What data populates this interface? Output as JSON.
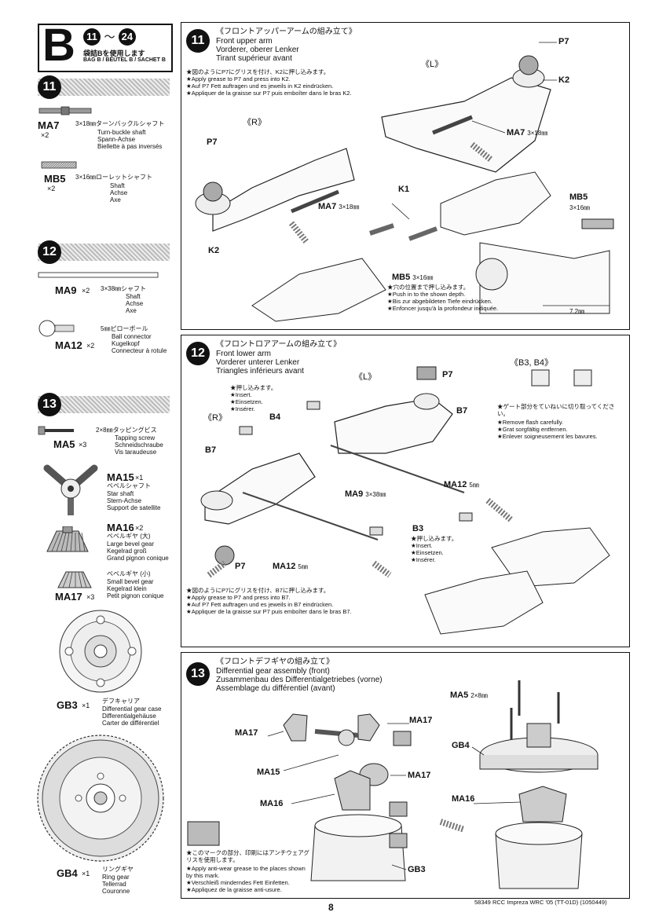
{
  "bag": {
    "letter": "B",
    "range_start": "11",
    "range_sep": "～",
    "range_end": "24",
    "jp": "袋詰Bを使用します",
    "langs": "BAG B / BEUTEL B / SACHET B"
  },
  "sidebar": {
    "s11": {
      "num": "11",
      "ma7": {
        "code": "MA7",
        "qty": "×2",
        "desc": "3×18㎜ターンバックルシャフト",
        "l1": "Turn-buckle shaft",
        "l2": "Spann-Achse",
        "l3": "Biellette à pas inversés"
      },
      "mb5": {
        "code": "MB5",
        "qty": "×2",
        "desc": "3×16㎜ローレットシャフト",
        "l1": "Shaft",
        "l2": "Achse",
        "l3": "Axe"
      }
    },
    "s12": {
      "num": "12",
      "ma9": {
        "code": "MA9",
        "qty": "×2",
        "desc": "3×38㎜シャフト",
        "l1": "Shaft",
        "l2": "Achse",
        "l3": "Axe"
      },
      "ma12": {
        "code": "MA12",
        "qty": "×2",
        "desc": "5㎜ピローボール",
        "l1": "Ball connector",
        "l2": "Kugelkopf",
        "l3": "Connecteur à rotule"
      }
    },
    "s13": {
      "num": "13",
      "ma5": {
        "code": "MA5",
        "qty": "×3",
        "desc": "2×8㎜タッピングビス",
        "l1": "Tapping screw",
        "l2": "Schneidschraube",
        "l3": "Vis taraudeuse"
      },
      "ma15": {
        "code": "MA15",
        "qty": "×1",
        "desc": "ベベルシャフト",
        "l1": "Star shaft",
        "l2": "Stern-Achse",
        "l3": "Support de satellite"
      },
      "ma16": {
        "code": "MA16",
        "qty": "×2",
        "desc": "ベベルギヤ (大)",
        "l1": "Large bevel gear",
        "l2": "Kegelrad groß",
        "l3": "Grand pignon conique"
      },
      "ma17": {
        "code": "MA17",
        "qty": "×3",
        "desc": "ベベルギヤ (小)",
        "l1": "Small bevel gear",
        "l2": "Kegelrad klein",
        "l3": "Petit pignon conique"
      },
      "gb3": {
        "code": "GB3",
        "qty": "×1",
        "desc": "デフキャリア",
        "l1": "Differential gear case",
        "l2": "Differentialgehäuse",
        "l3": "Carter de différentiel"
      },
      "gb4": {
        "code": "GB4",
        "qty": "×1",
        "desc": "リングギヤ",
        "l1": "Ring gear",
        "l2": "Tellerrad",
        "l3": "Couronne"
      }
    }
  },
  "step11": {
    "num": "11",
    "jp": "《フロントアッパーアームの組み立て》",
    "en": "Front upper arm",
    "de": "Vorderer, oberer Lenker",
    "fr": "Tirant supérieur avant",
    "note_jp": "★図のようにP7にグリスを付け、K2に押し込みます。",
    "note_en": "★Apply grease to P7 and press into K2.",
    "note_de": "★Auf P7 Fett auftragen und es jeweils in K2 eindrücken.",
    "note_fr": "★Appliquer de la graisse sur P7 puis emboîter dans le bras K2.",
    "lbl_L": "《L》",
    "lbl_R": "《R》",
    "p7": "P7",
    "k2": "K2",
    "k1": "K1",
    "ma7": "MA7",
    "ma7_size": "3×18㎜",
    "mb5": "MB5",
    "mb5_size": "3×16㎜",
    "mb5_note_label": "MB5",
    "mb5_note_size": "3×16㎜",
    "push_jp": "★穴の位置まで押し込みます。",
    "push_en": "★Push in to the shown depth.",
    "push_de": "★Bis zur abgebildeten Tiefe eindrücken.",
    "push_fr": "★Enfoncer jusqu'à la profondeur indiquée.",
    "dim": "7.2㎜"
  },
  "step12": {
    "num": "12",
    "jp": "《フロントロアアームの組み立て》",
    "en": "Front lower arm",
    "de": "Vorderer unterer Lenker",
    "fr": "Triangles inférieurs avant",
    "lbl_L": "《L》",
    "lbl_R": "《R》",
    "lbl_b34": "《B3, B4》",
    "p7": "P7",
    "b7": "B7",
    "b4": "B4",
    "b3": "B3",
    "ma9": "MA9",
    "ma9_size": "3×38㎜",
    "ma12": "MA12",
    "ma12_size": "5㎜",
    "insert_jp": "★押し込みます。",
    "insert_en": "★Insert.",
    "insert_de": "★Einsetzen.",
    "insert_fr": "★Insérer.",
    "flash_jp": "★ゲート部分をていねいに切り取ってください。",
    "flash_en": "★Remove flash carefully.",
    "flash_de": "★Grat sorgfältig entfernen.",
    "flash_fr": "★Enlever soigneusement les bavures.",
    "note_jp": "★図のようにP7にグリスを付け、B7に押し込みます。",
    "note_en": "★Apply grease to P7 and press into B7.",
    "note_de": "★Auf P7 Fett auftragen und es jeweils in B7 eindrücken.",
    "note_fr": "★Appliquer de la graisse sur P7 puis emboîter dans le bras B7."
  },
  "step13": {
    "num": "13",
    "jp": "《フロントデフギヤの組み立て》",
    "en": "Differential gear assembly (front)",
    "de": "Zusammenbau des Differentialgetriebes (vorne)",
    "fr": "Assemblage du différentiel (avant)",
    "ma17": "MA17",
    "ma15": "MA15",
    "ma16": "MA16",
    "gb3": "GB3",
    "gb4": "GB4",
    "ma5": "MA5",
    "ma5_size": "2×8㎜",
    "grease_jp": "★このマークの部分、印刷にはアンチウェアグリスを使用します。",
    "grease_en": "★Apply anti-wear grease to the places shown by this mark.",
    "grease_de": "★Verschleiß minderndes Fett Einfetten.",
    "grease_fr": "★Appliquez de la graisse anti-usure."
  },
  "footer": {
    "page": "8",
    "ref": "58349 RCC Impreza WRC '05 (TT-01D) (1050449)"
  }
}
